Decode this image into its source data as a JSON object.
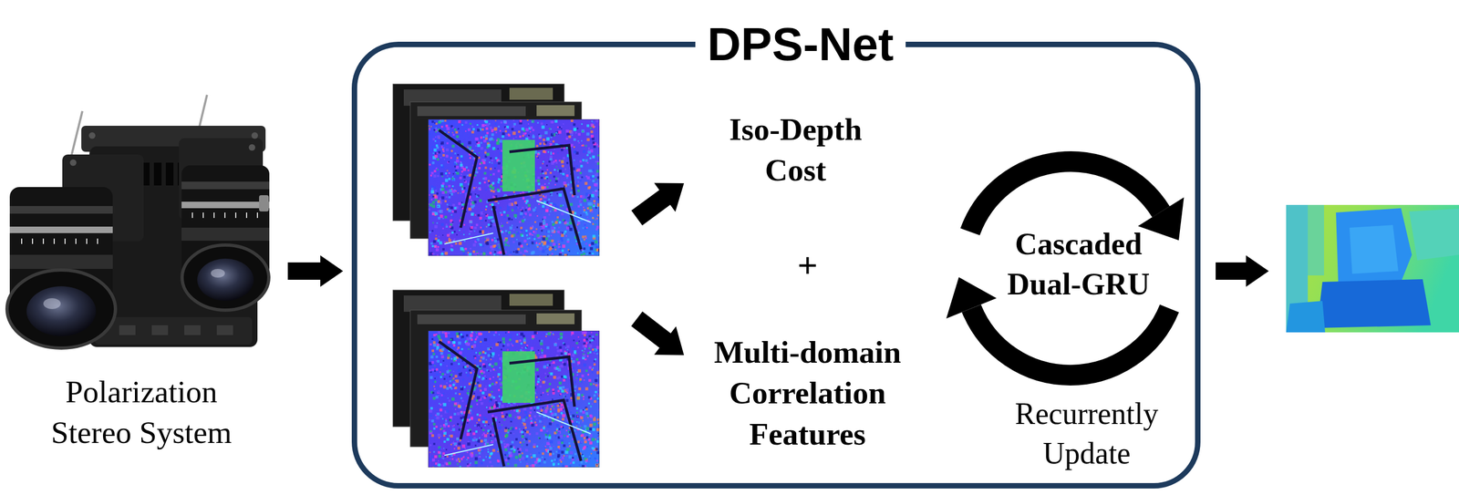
{
  "diagram": {
    "nodes": [
      {
        "text": [
          "Polarization Stereo System"
        ]
      },
      {
        "text": [
          "DPS-Net"
        ]
      },
      {
        "text": [
          "Iso-Depth Cost"
        ],
        "in": 1
      },
      {
        "text": [
          "Multi-domain Correlation Features"
        ],
        "in": 1
      },
      {
        "text": [
          "Cascaded Dual-GRU",
          "Recurrently Update"
        ],
        "in": 1
      }
    ],
    "edges": [
      {
        "from": 0,
        "to": 1,
        "arrow": "to"
      }
    ],
    "labels": [
      "+"
    ]
  }
}
